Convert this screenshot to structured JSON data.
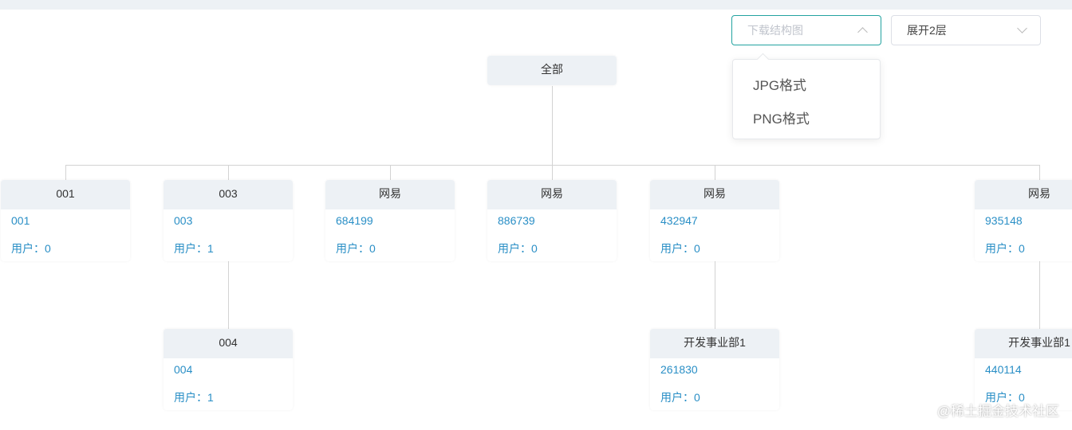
{
  "toolbar": {
    "download": {
      "placeholder": "下载结构图",
      "open": true,
      "options": [
        "JPG格式",
        "PNG格式"
      ]
    },
    "expand": {
      "value": "展开2层"
    }
  },
  "tree": {
    "root": {
      "title": "全部"
    },
    "level1": [
      {
        "title": "001",
        "code": "001",
        "users": "用户：0"
      },
      {
        "title": "003",
        "code": "003",
        "users": "用户：1"
      },
      {
        "title": "网易",
        "code": "684199",
        "users": "用户：0"
      },
      {
        "title": "网易",
        "code": "886739",
        "users": "用户：0"
      },
      {
        "title": "网易",
        "code": "432947",
        "users": "用户：0"
      },
      {
        "title": "网易",
        "code": "935148",
        "users": "用户：0"
      }
    ],
    "level2": [
      {
        "parent": 1,
        "title": "004",
        "code": "004",
        "users": "用户：1"
      },
      {
        "parent": 4,
        "title": "开发事业部1",
        "code": "261830",
        "users": "用户：0"
      },
      {
        "parent": 5,
        "title": "开发事业部1",
        "code": "440114",
        "users": "用户：0"
      }
    ]
  },
  "watermark": "@稀土掘金技术社区",
  "colors": {
    "accent": "#23a3a0",
    "link": "#2a8fc6",
    "header_bg": "#edf1f5"
  }
}
